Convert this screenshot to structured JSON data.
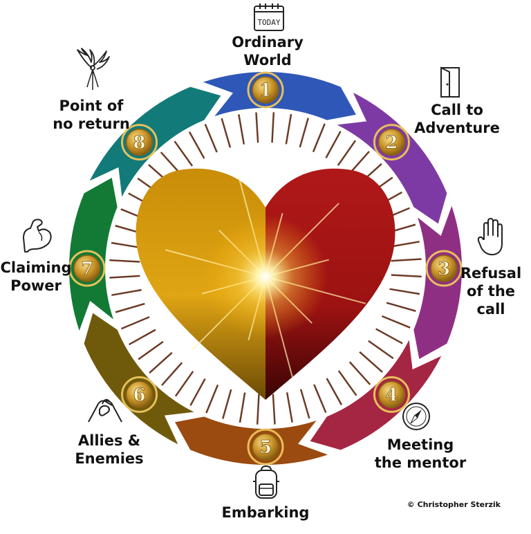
{
  "diagram": {
    "stages": [
      {
        "number": "1",
        "label_lines": [
          "Ordinary",
          "World"
        ],
        "color": "#2f57b8",
        "icon": "calendar-today-icon"
      },
      {
        "number": "2",
        "label_lines": [
          "Call to",
          "Adventure"
        ],
        "color": "#7e3aa4",
        "icon": "open-door-icon"
      },
      {
        "number": "3",
        "label_lines": [
          "Refusal",
          "of the",
          "call"
        ],
        "color": "#8f2f84",
        "icon": "raised-hand-icon"
      },
      {
        "number": "4",
        "label_lines": [
          "Meeting",
          "the mentor"
        ],
        "color": "#a52642",
        "icon": "compass-icon"
      },
      {
        "number": "5",
        "label_lines": [
          "Embarking"
        ],
        "color": "#9b4a10",
        "icon": "backpack-icon"
      },
      {
        "number": "6",
        "label_lines": [
          "Allies &",
          "Enemies"
        ],
        "color": "#6f5a0c",
        "icon": "handshake-icon"
      },
      {
        "number": "7",
        "label_lines": [
          "Claiming",
          "Power"
        ],
        "color": "#137a35",
        "icon": "flexed-arm-icon"
      },
      {
        "number": "8",
        "label_lines": [
          "Point of",
          "no return"
        ],
        "color": "#127a78",
        "icon": "phoenix-icon"
      }
    ],
    "calendar_text": "TODAY",
    "credit": "© Christopher Sterzik",
    "colors": {
      "heart_left": "#d49a0c",
      "heart_right": "#b81c1a",
      "ticks": "#6b3b26",
      "medallion_gold": "#d2a23a"
    }
  }
}
